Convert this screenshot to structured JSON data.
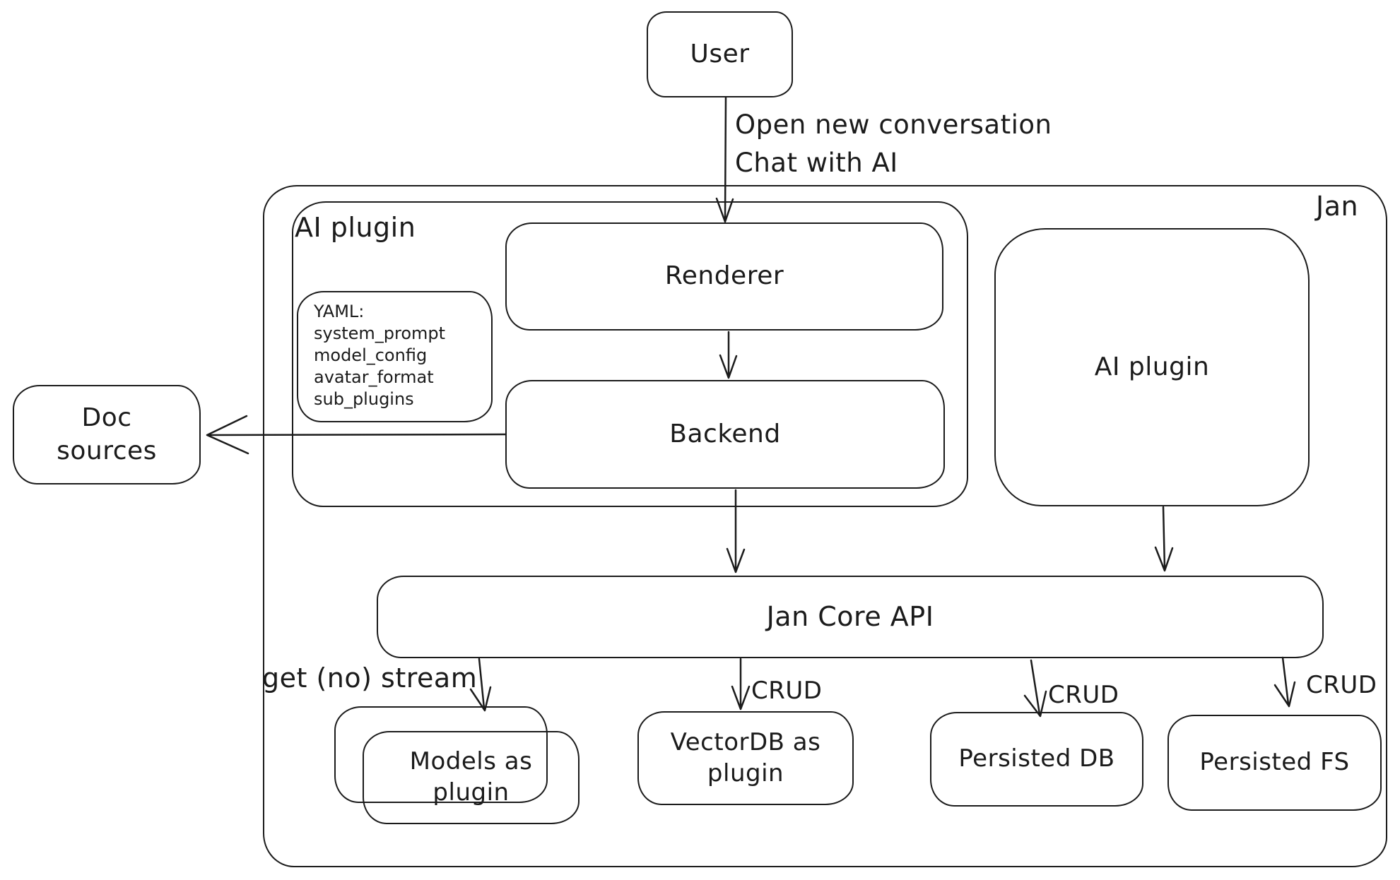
{
  "colors": {
    "stroke": "#1b1b1b",
    "background": "#ffffff"
  },
  "nodes": {
    "user": {
      "label": "User"
    },
    "jan_container": {
      "label": "Jan"
    },
    "ai_plugin_left": {
      "label": "AI plugin"
    },
    "yaml_note": {
      "lines": [
        "YAML:",
        "system_prompt",
        "model_config",
        "avatar_format",
        "sub_plugins"
      ]
    },
    "renderer": {
      "label": "Renderer"
    },
    "backend": {
      "label": "Backend"
    },
    "ai_plugin_right": {
      "label": "AI plugin"
    },
    "doc_sources": {
      "label": "Doc sources"
    },
    "jan_core_api": {
      "label": "Jan Core API"
    },
    "models_plugin": {
      "label": "Models as plugin"
    },
    "vectordb_plugin": {
      "label": "VectorDB as plugin"
    },
    "persisted_db": {
      "label": "Persisted DB"
    },
    "persisted_fs": {
      "label": "Persisted FS"
    }
  },
  "edge_labels": {
    "user_flow": {
      "lines": [
        "Open new conversation",
        "Chat with AI"
      ]
    },
    "get_stream": {
      "label": "get (no) stream"
    },
    "crud_vectordb": {
      "label": "CRUD"
    },
    "crud_db": {
      "label": "CRUD"
    },
    "crud_fs": {
      "label": "CRUD"
    }
  }
}
